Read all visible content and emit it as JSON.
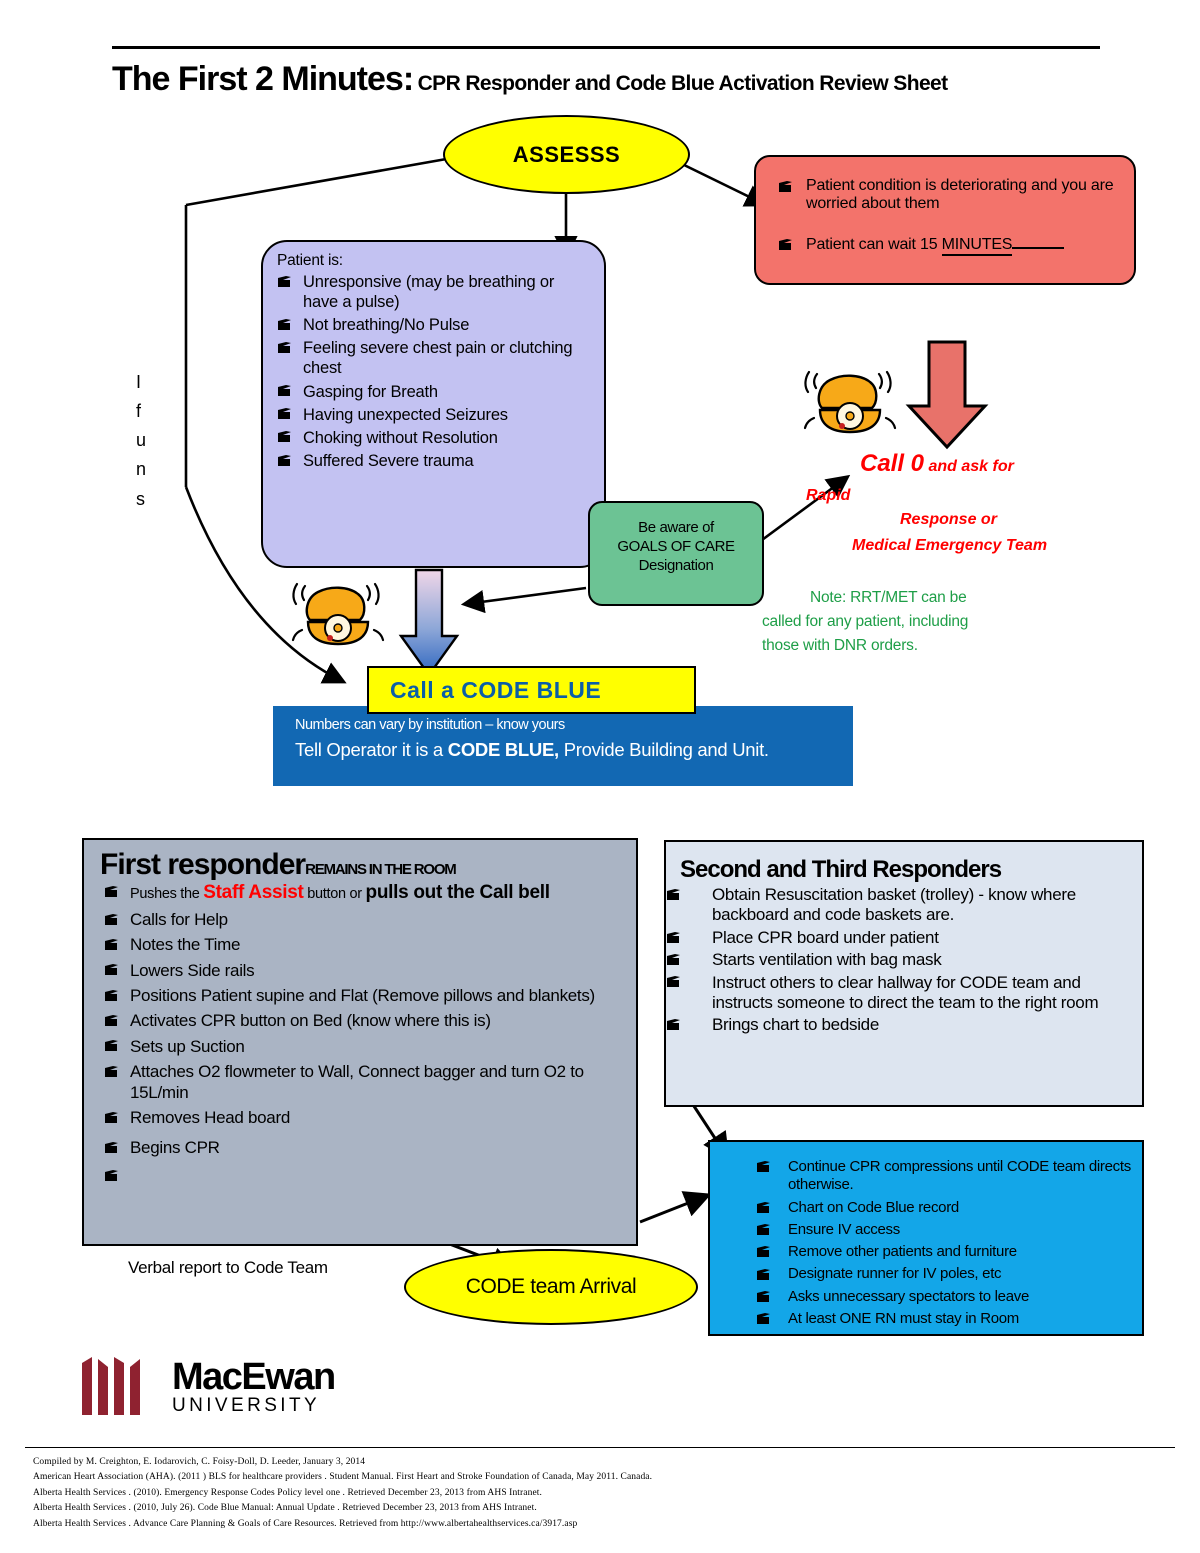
{
  "header": {
    "title_main": "The First 2 Minutes:",
    "title_sub": "CPR Responder and Code Blue Activation Review Sheet"
  },
  "assess": {
    "label": "ASSESSS"
  },
  "side_note": {
    "text": "If uns"
  },
  "patient_box": {
    "lead": "Patient is:",
    "items": [
      "Unresponsive (may be breathing or have a pulse)",
      "Not breathing/No Pulse",
      "Feeling severe chest pain or clutching chest",
      "Gasping for Breath",
      "Having unexpected Seizures",
      "Choking without Resolution",
      "Suffered Severe trauma"
    ]
  },
  "deterioration_box": {
    "items": [
      "Patient condition is deteriorating and you are worried about them",
      "Patient can wait 15 "
    ],
    "underlined_word": "MINUTES"
  },
  "goals_box": {
    "line1": "Be aware of",
    "line2": "GOALS OF CARE",
    "line3": "Designation"
  },
  "call_zero": {
    "big": "Call 0",
    "after_big": " and ask for",
    "rapid": "Rapid",
    "response": "Response or",
    "met": "Medical Emergency Team"
  },
  "rrt_note": {
    "line1": "Note: RRT/MET can be",
    "line2": "called for any patient, including",
    "line3": "those with  DNR orders."
  },
  "code_blue_banner": {
    "label": "Call a CODE  BLUE"
  },
  "code_blue_info": {
    "line1": "Numbers can vary by institution – know yours",
    "line2_pre": "Tell Operator it is a ",
    "line2_bold": "CODE BLUE,",
    "line2_post": " Provide Building and Unit."
  },
  "first_responder": {
    "heading": "First responder",
    "heading_tail": "REMAINS IN THE ROOM",
    "item1": {
      "pre": " Pushes the ",
      "red": "Staff Assist",
      "mid": " button or ",
      "bold": "pulls out the Call bell"
    },
    "items": [
      "Calls for Help",
      "Notes the Time",
      "Lowers Side rails",
      "Positions Patient supine and Flat (Remove pillows and blankets)",
      "Activates CPR button on Bed (know where this is)",
      "Sets up Suction",
      "Attaches O2 flowmeter to Wall, Connect bagger and turn O2 to 15L/min",
      "Removes Head board",
      "Begins CPR",
      ""
    ],
    "verbal_report": "Verbal report to Code Team"
  },
  "second_third": {
    "heading": "Second and Third Responders",
    "items": [
      "Obtain Resuscitation basket (trolley) - know where backboard and code baskets are.",
      "Place CPR board under patient",
      "Starts ventilation with bag mask",
      "Instruct others to clear hallway for CODE team and instructs someone to direct the team to the right room",
      "Brings chart to bedside"
    ]
  },
  "code_team_oval": {
    "label": "CODE team Arrival"
  },
  "ongoing_box": {
    "items": [
      "Continue CPR compressions until CODE team directs otherwise.",
      "Chart on Code Blue record",
      "Ensure IV access",
      "Remove other patients and furniture",
      "Designate runner for IV poles, etc",
      "Asks unnecessary spectators to leave",
      "At least ONE RN must stay in Room"
    ]
  },
  "logo": {
    "name": "MacEwan",
    "sub": "UNIVERSITY"
  },
  "footer": {
    "lines": [
      "Compiled by M. Creighton,  E. Iodarovich, C. Foisy-Doll, D. Leeder, January 3, 2014",
      "American Heart Association (AHA). (2011 ) BLS for healthcare providers . Student Manual.  First Heart and  Stroke Foundation of Canada, May 2011. Canada.",
      "Alberta Health Services . (2010). Emergency Response Codes Policy level one .  Retrieved December 23, 2013 from AHS Intranet.",
      "Alberta Health Services . (2010, July 26). Code Blue Manual: Annual Update . Retrieved December 23, 2013 from AHS Intranet.",
      "Alberta Health Services .  Advance Care Planning & Goals of Care Resources. Retrieved from  http://www.albertahealthservices.ca/3917.asp"
    ]
  },
  "colors": {
    "assess_yellow": "#ffff00",
    "red_box": "#f3736b",
    "purple_box": "#c3c2f2",
    "green_box": "#6cc394",
    "code_blue": "#1268b3",
    "gray_box": "#aab4c4",
    "light_blue_box": "#dde5f0",
    "cyan_box": "#13a6e8",
    "alert_red": "#ff0000",
    "note_green": "#1e9e47",
    "logo_maroon": "#8f2230"
  }
}
